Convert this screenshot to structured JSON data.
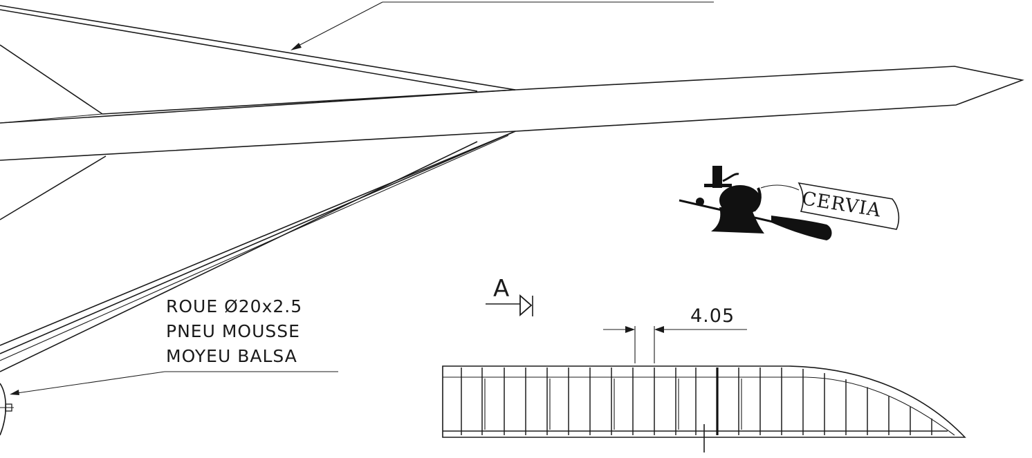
{
  "wheel_note": {
    "lines": [
      "ROUE Ø20x2.5",
      "PNEU MOUSSE",
      "MOYEU BALSA"
    ]
  },
  "dimension": {
    "value": "4.05"
  },
  "section_marker": {
    "letter": "A"
  },
  "badge": {
    "text": "CERVIA"
  }
}
